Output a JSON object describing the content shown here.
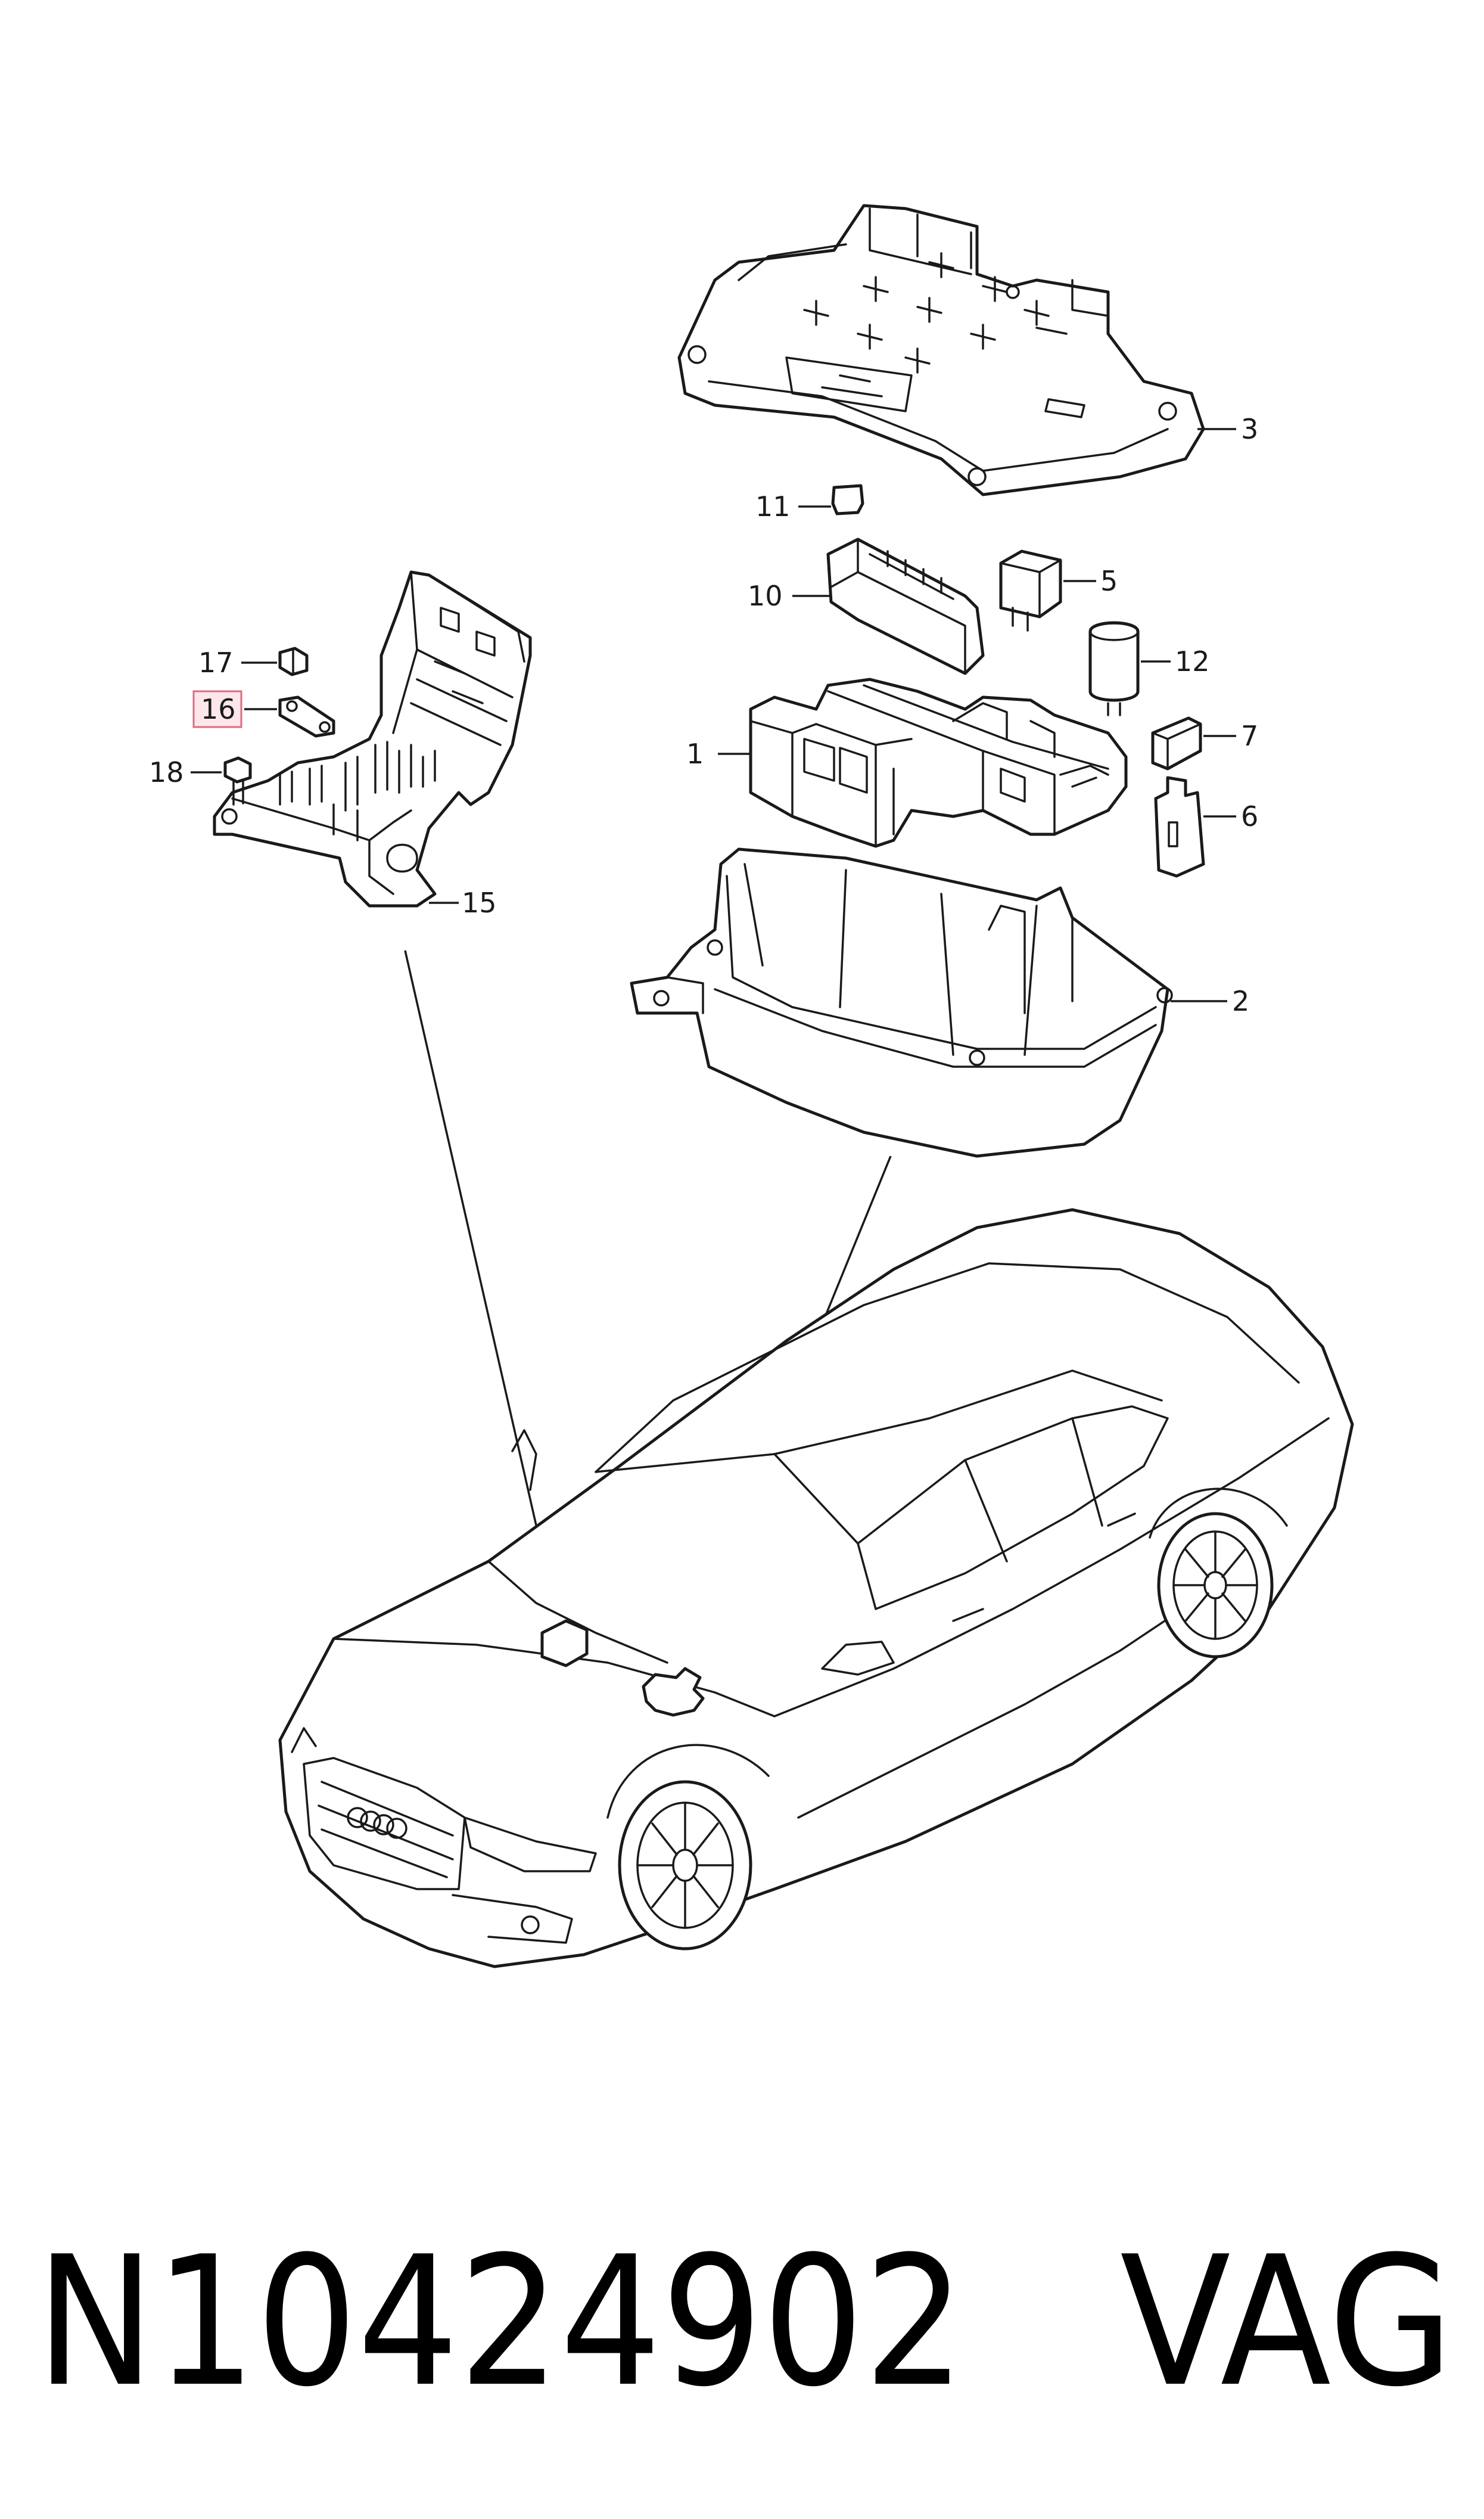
{
  "callouts": [
    {
      "id": "c1",
      "label": "1"
    },
    {
      "id": "c2",
      "label": "2"
    },
    {
      "id": "c3",
      "label": "3"
    },
    {
      "id": "c5",
      "label": "5"
    },
    {
      "id": "c6",
      "label": "6"
    },
    {
      "id": "c7",
      "label": "7"
    },
    {
      "id": "c10",
      "label": "10"
    },
    {
      "id": "c11",
      "label": "11"
    },
    {
      "id": "c12",
      "label": "12"
    },
    {
      "id": "c15",
      "label": "15"
    },
    {
      "id": "c16",
      "label": "16",
      "highlighted": true
    },
    {
      "id": "c17",
      "label": "17"
    },
    {
      "id": "c18",
      "label": "18"
    }
  ],
  "footer": {
    "part_number": "N10424902",
    "brand": "VAG"
  },
  "colors": {
    "line": "#1a1a1a",
    "highlight_fill": "#fde7ea",
    "highlight_stroke": "#e06a80"
  }
}
